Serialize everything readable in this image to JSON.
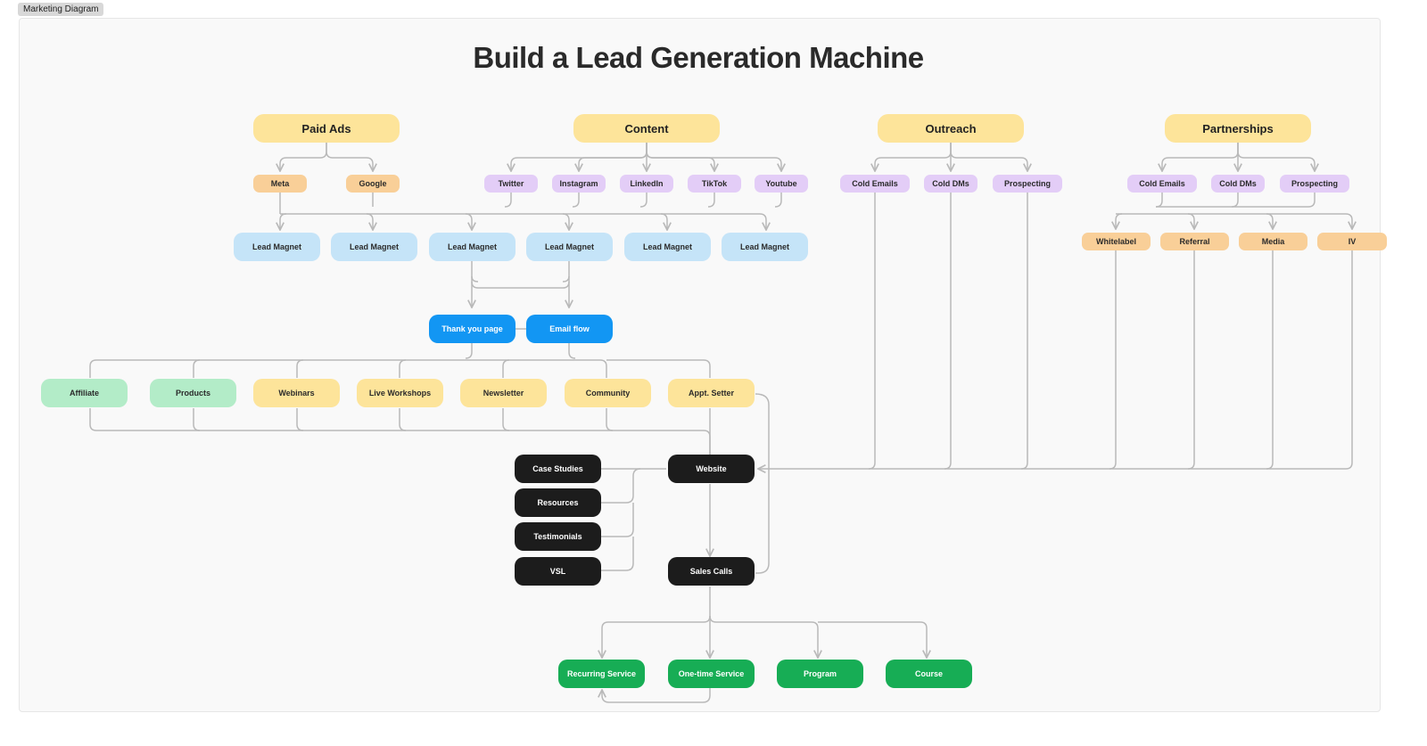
{
  "tab": {
    "label": "Marketing Diagram"
  },
  "title": "Build a Lead Generation Machine",
  "categories": {
    "paid_ads": "Paid Ads",
    "content": "Content",
    "outreach": "Outreach",
    "partnerships": "Partnerships"
  },
  "paid_ads": {
    "meta": "Meta",
    "google": "Google"
  },
  "content": {
    "twitter": "Twitter",
    "instagram": "Instagram",
    "linkedin": "LinkedIn",
    "tiktok": "TikTok",
    "youtube": "Youtube"
  },
  "outreach": {
    "cold_emails": "Cold Emails",
    "cold_dms": "Cold DMs",
    "prospecting": "Prospecting"
  },
  "partnerships": {
    "cold_emails": "Cold Emails",
    "cold_dms": "Cold DMs",
    "prospecting": "Prospecting",
    "whitelabel": "Whitelabel",
    "referral": "Referral",
    "media": "Media",
    "iv": "IV"
  },
  "lead_magnets": [
    "Lead Magnet",
    "Lead Magnet",
    "Lead Magnet",
    "Lead Magnet",
    "Lead Magnet",
    "Lead Magnet"
  ],
  "capture": {
    "thank_you": "Thank you page",
    "email_flow": "Email flow"
  },
  "nurture": {
    "affiliate": "Affiliate",
    "products": "Products",
    "webinars": "Webinars",
    "live_workshops": "Live Workshops",
    "newsletter": "Newsletter",
    "community": "Community",
    "appt_setter": "Appt. Setter"
  },
  "site": {
    "case_studies": "Case Studies",
    "resources": "Resources",
    "testimonials": "Testimonials",
    "vsl": "VSL",
    "website": "Website",
    "sales_calls": "Sales Calls"
  },
  "offers": {
    "recurring": "Recurring Service",
    "one_time": "One-time Service",
    "program": "Program",
    "course": "Course"
  },
  "colors": {
    "category": "#fde49a",
    "orange": "#f9cf98",
    "purple": "#e3cdf7",
    "light_blue": "#c5e4f8",
    "bright_blue": "#1296f3",
    "mint": "#b3ecc8",
    "dark": "#1c1c1c",
    "green": "#17ad55",
    "connector": "#b9b9b9"
  }
}
